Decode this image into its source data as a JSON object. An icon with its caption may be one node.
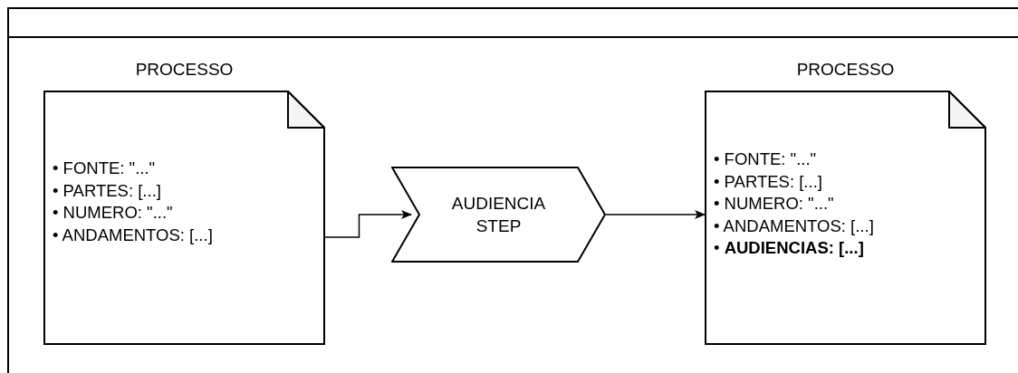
{
  "diagram": {
    "nodes": [
      {
        "text": [],
        "shape": "box"
      },
      {
        "text": [
          "PROCESSO",
          "• FONTE: \"...\"",
          "• PARTES: [...]",
          "• NUMERO: \"...\"",
          "• ANDAMENTOS: [...]"
        ],
        "in": 0
      },
      {
        "text": [
          "AUDIENCIA STEP"
        ],
        "in": 0
      },
      {
        "text": [
          "PROCESSO",
          "• FONTE: \"...\"",
          "• PARTES: [...]",
          "• NUMERO: \"...\"",
          "• ANDAMENTOS: [...]",
          "• **AUDIENCIAS: [...]**"
        ],
        "in": 0
      }
    ],
    "edges": [
      {
        "from": 1,
        "to": 2,
        "arrow": "to"
      },
      {
        "from": 2,
        "to": 3,
        "arrow": "to"
      }
    ]
  }
}
